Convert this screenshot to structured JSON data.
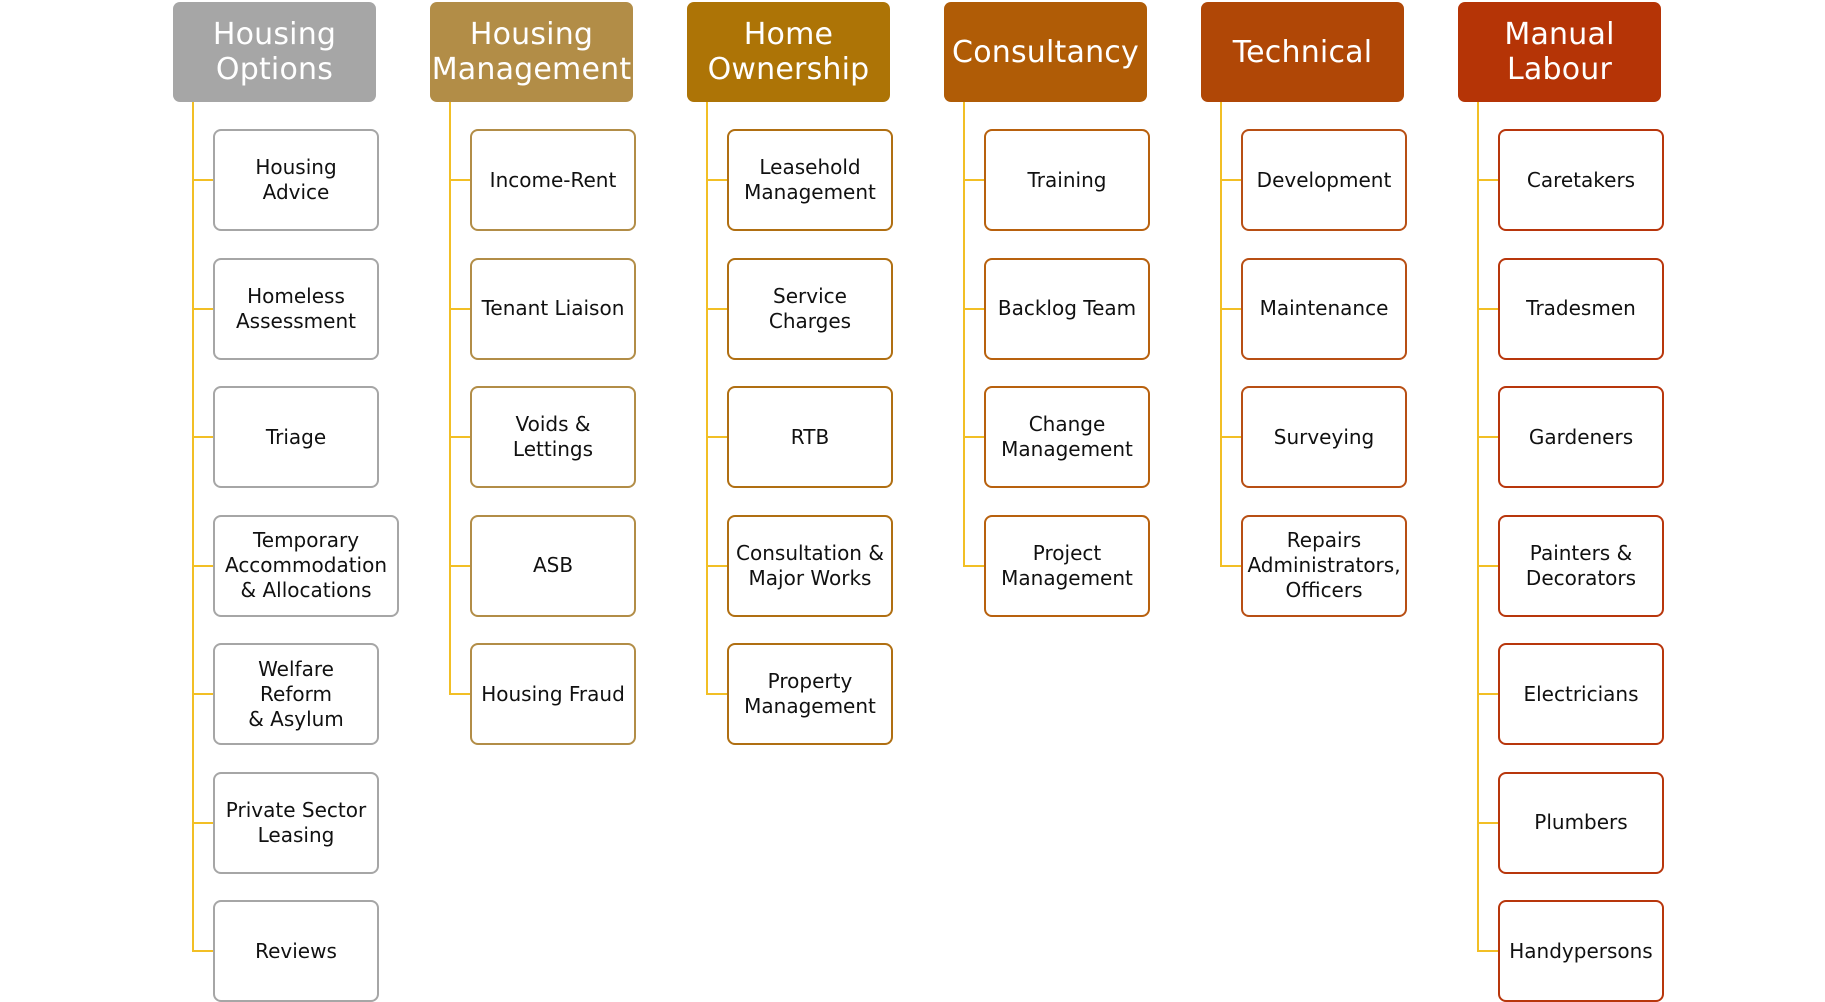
{
  "columns": [
    {
      "key": "housing-options",
      "title": "Housing\nOptions",
      "header_color": "#a6a6a6",
      "item_border_color": "#a6a6a6",
      "items": [
        "Housing Advice",
        "Homeless\nAssessment",
        "Triage",
        "Temporary\nAccommodation\n& Allocations",
        "Welfare Reform\n& Asylum",
        "Private Sector\nLeasing",
        "Reviews"
      ]
    },
    {
      "key": "housing-management",
      "title": "Housing\nManagement",
      "header_color": "#b28d47",
      "item_border_color": "#b28d47",
      "items": [
        "Income-Rent",
        "Tenant Liaison",
        "Voids &\nLettings",
        "ASB",
        "Housing Fraud"
      ]
    },
    {
      "key": "home-ownership",
      "title": "Home\nOwnership",
      "header_color": "#ad7406",
      "item_border_color": "#b06f12",
      "items": [
        "Leasehold\nManagement",
        "Service Charges",
        "RTB",
        "Consultation &\nMajor Works",
        "Property\nManagement"
      ]
    },
    {
      "key": "consultancy",
      "title": "Consultancy",
      "header_color": "#b05c06",
      "item_border_color": "#b8610e",
      "items": [
        "Training",
        "Backlog Team",
        "Change\nManagement",
        "Project\nManagement"
      ]
    },
    {
      "key": "technical",
      "title": "Technical",
      "header_color": "#b04706",
      "item_border_color": "#b84f14",
      "items": [
        "Development",
        "Maintenance",
        "Surveying",
        "Repairs\nAdministrators,\nOfficers"
      ]
    },
    {
      "key": "manual-labour",
      "title": "Manual\nLabour",
      "header_color": "#b53406",
      "item_border_color": "#b8360c",
      "items": [
        "Caretakers",
        "Tradesmen",
        "Gardeners",
        "Painters &\nDecorators",
        "Electricians",
        "Plumbers",
        "Handypersons"
      ]
    }
  ],
  "connector_color": "#f2bf25"
}
